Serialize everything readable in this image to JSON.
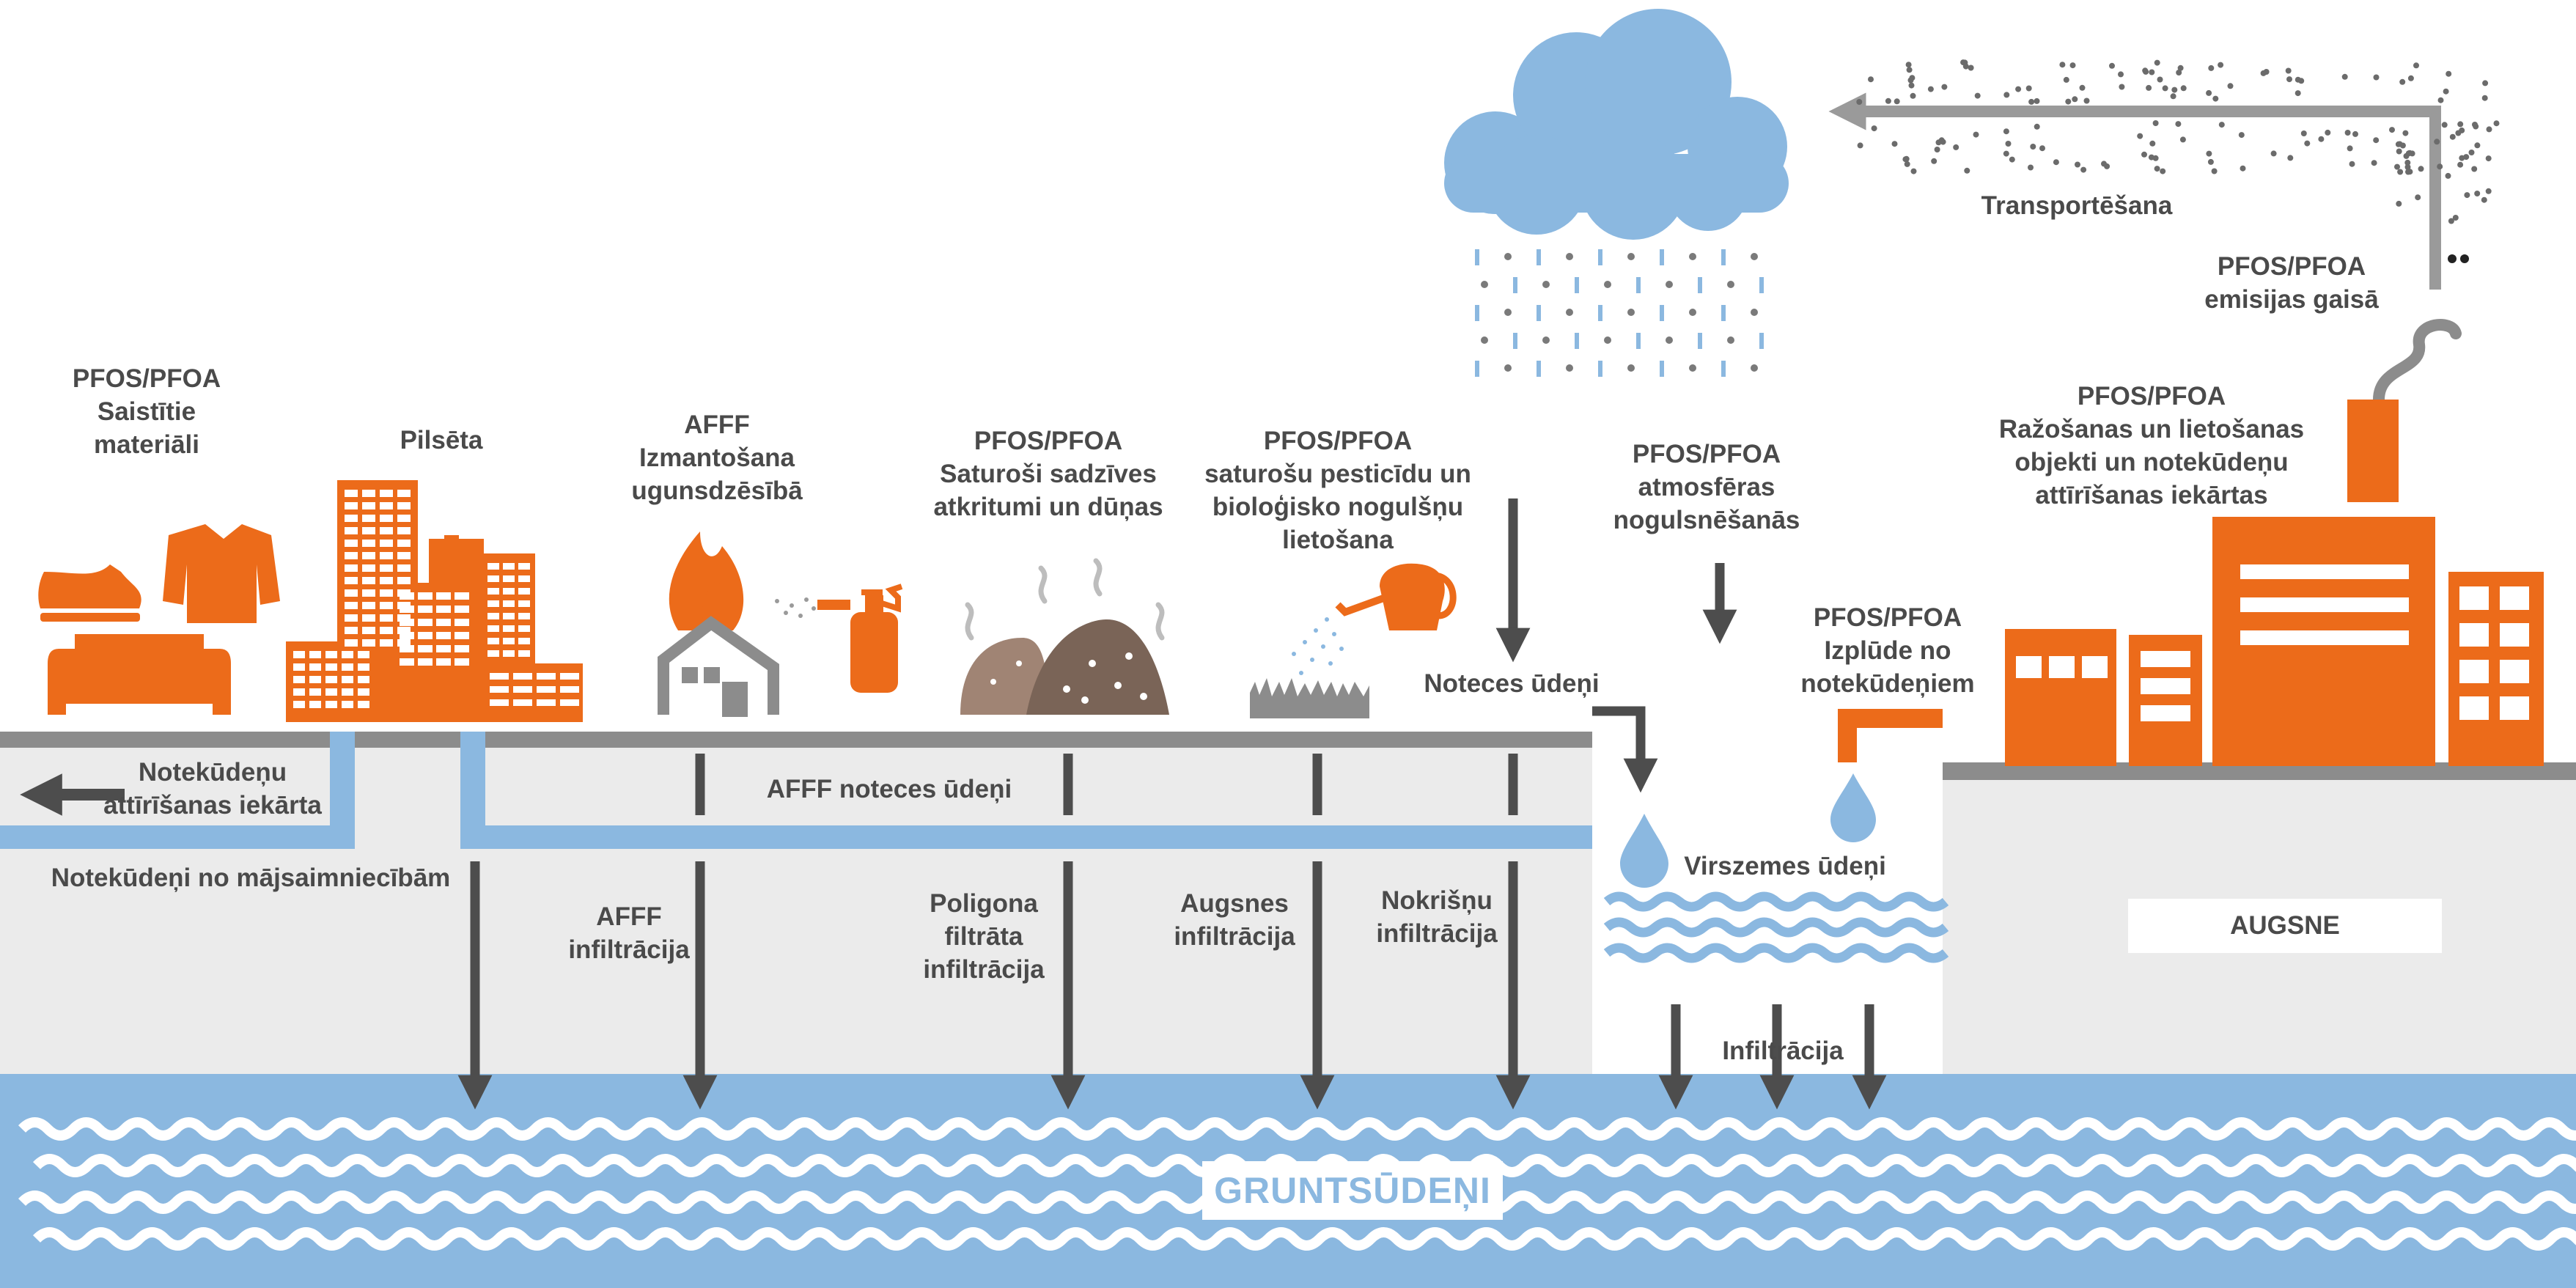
{
  "labels": {
    "materials": [
      "PFOS/PFOA",
      "Saistītie",
      "materiāli"
    ],
    "city": [
      "Pilsēta"
    ],
    "afff_use": [
      "AFFF",
      "Izmantošana",
      "ugunsdzēsībā"
    ],
    "waste": [
      "PFOS/PFOA",
      "Saturoši sadzīves",
      "atkritumi un dūņas"
    ],
    "pesticides": [
      "PFOS/PFOA",
      "saturošu pesticīdu un",
      "bioloģisko nogulšņu",
      "lietošana"
    ],
    "deposition": [
      "PFOS/PFOA",
      "atmosfēras",
      "nogulsnēšanās"
    ],
    "emissions": [
      "PFOS/PFOA",
      "emisijas gaisā"
    ],
    "transport": [
      "Transportēšana"
    ],
    "facilities": [
      "PFOS/PFOA",
      "Ražošanas un lietošanas",
      "objekti un notekūdeņu",
      "attīrīšanas iekārtas"
    ],
    "effluent": [
      "PFOS/PFOA",
      "Izplūde no",
      "notekūdeņiem"
    ],
    "runoff": [
      "Noteces ūdeņi"
    ],
    "wwtp": [
      "Notekūdeņu",
      "attīrīšanas iekārta"
    ],
    "afff_runoff": [
      "AFFF noteces ūdeņi"
    ],
    "household": [
      "Notekūdeņi no mājsaimniecībām"
    ],
    "afff_infil": [
      "AFFF",
      "infiltrācija"
    ],
    "landfill": [
      "Poligona",
      "filtrāta",
      "infiltrācija"
    ],
    "soil_infil": [
      "Augsnes",
      "infiltrācija"
    ],
    "precip_infil": [
      "Nokrišņu",
      "infiltrācija"
    ],
    "surface_water": [
      "Virszemes ūdeņi"
    ],
    "infiltration": [
      "Infiltrācija"
    ],
    "soil": "AUGSNE",
    "groundwater": "GRUNTSŪDEŅI"
  },
  "colors": {
    "orange": "#ec6b1a",
    "gray_dark": "#4d4d4d",
    "gray_mid": "#8c8c8c",
    "soil_bg": "#ebebeb",
    "water": "#8bb8e0",
    "cloud": "#8bb8e0",
    "waste_brown": "#a08474",
    "waste_dark": "#7a6457"
  },
  "icons": [
    "clothes-icon",
    "city-icon",
    "fire-icon",
    "extinguisher-icon",
    "waste-pile-icon",
    "watering-can-icon",
    "cloud-icon",
    "factory-icon",
    "drop-icon",
    "arrow-icon"
  ]
}
